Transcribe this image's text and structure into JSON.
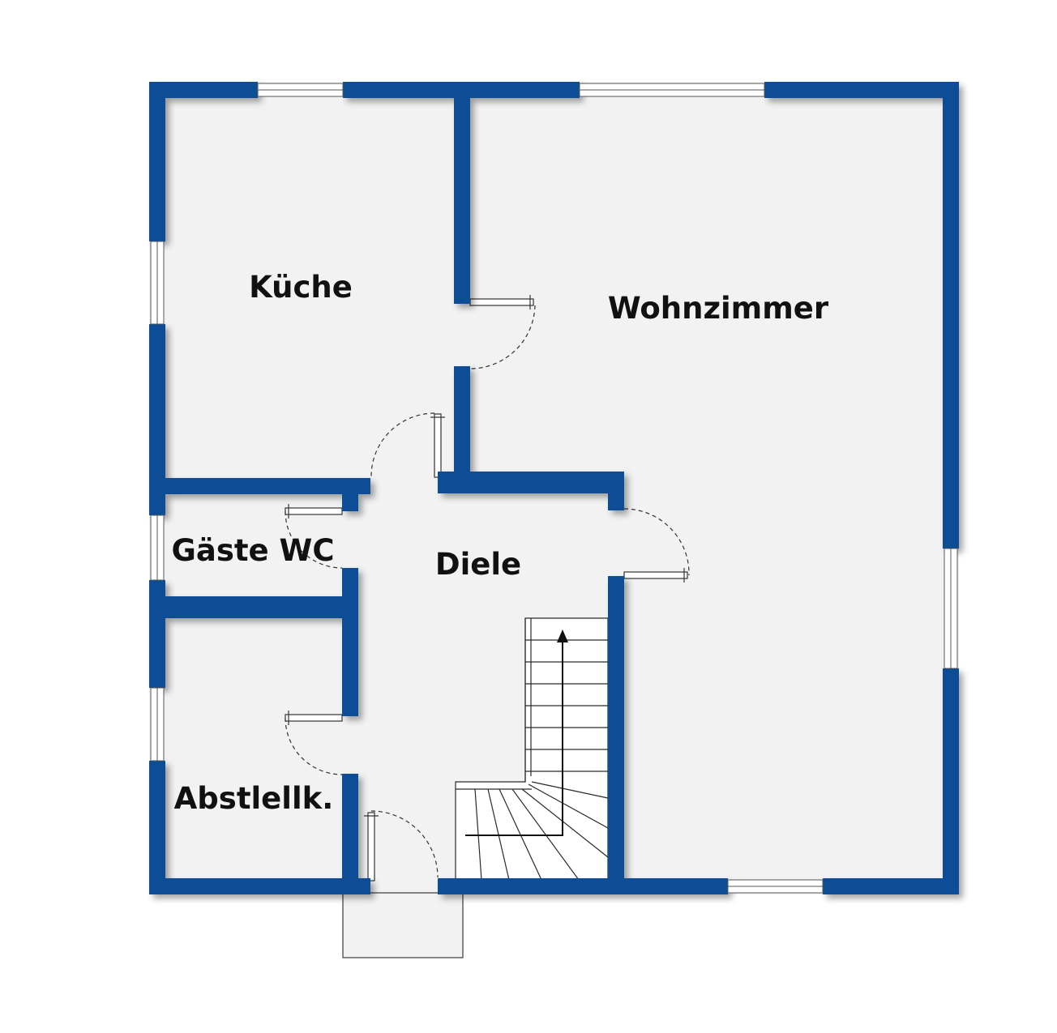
{
  "floor_plan": {
    "colors": {
      "wall": "#0b4d96",
      "floor": "#f2f2f3",
      "line": "#2a2a2a",
      "window": "#ffffff",
      "background": "#ffffff"
    },
    "rooms": {
      "kueche": "Küche",
      "wohnzimmer": "Wohnzimmer",
      "gaeste_wc": "Gäste WC",
      "diele": "Diele",
      "abstellk": "Abstlellk."
    },
    "icons": {
      "stair_arrow": "arrow-up-icon"
    }
  }
}
